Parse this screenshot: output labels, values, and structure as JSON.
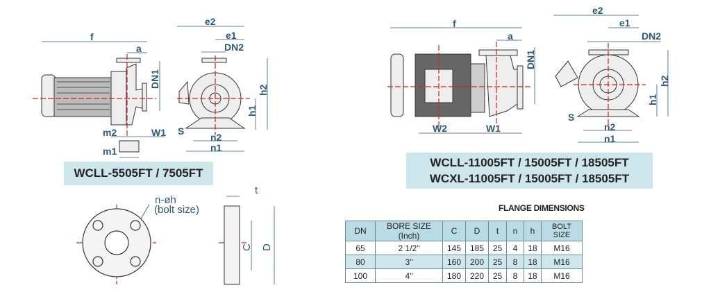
{
  "left_pump": {
    "dims": {
      "f": "f",
      "a": "a",
      "dn1": "DN1",
      "m2": "m2",
      "w1": "W1",
      "m1": "m1",
      "e2": "e2",
      "e1": "e1",
      "dn2": "DN2",
      "h2": "h2",
      "h1": "h1",
      "s": "S",
      "n2": "n2",
      "n1": "n1"
    },
    "caption": "WCLL-5505FT / 7505FT"
  },
  "right_pump": {
    "dims": {
      "f": "f",
      "a": "a",
      "dn1": "DN1",
      "w2": "W2",
      "w1": "W1",
      "e2": "e2",
      "e1": "e1",
      "dn2": "DN2",
      "h2": "h2",
      "h1": "h1",
      "s": "S",
      "n2": "n2",
      "n1": "n1"
    },
    "caption_lines": [
      "WCLL-11005FT / 15005FT / 18505FT",
      "WCXL-11005FT / 15005FT / 18505FT"
    ]
  },
  "flange_drawing": {
    "n_oh": "n-øh",
    "bolt_size": "(bolt size)",
    "t": "t",
    "c": "C",
    "d": "D"
  },
  "flange_table": {
    "title": "FLANGE DIMENSIONS",
    "headers": [
      "DN",
      "BORE SIZE (Inch)",
      "C",
      "D",
      "t",
      "n",
      "h",
      "BOLT SIZE"
    ],
    "rows": [
      [
        "65",
        "2 1/2\"",
        "145",
        "185",
        "25",
        "4",
        "18",
        "M16"
      ],
      [
        "80",
        "3\"",
        "160",
        "200",
        "25",
        "8",
        "18",
        "M16"
      ],
      [
        "100",
        "4\"",
        "180",
        "220",
        "25",
        "8",
        "18",
        "M16"
      ]
    ]
  },
  "colors": {
    "dimension": "#2d5a78",
    "centerline": "#d42020",
    "caption_bg": "#cde6ec",
    "header_bg": "#b9dbe3"
  }
}
